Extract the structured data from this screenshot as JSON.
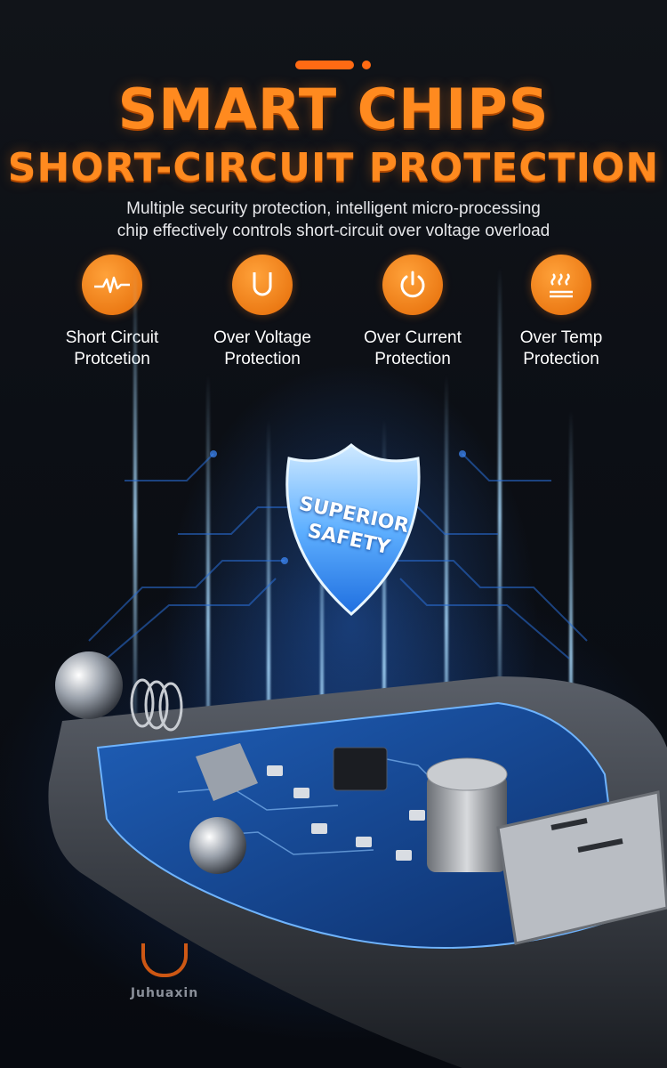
{
  "header": {
    "title": "SMART CHIPS",
    "subtitle_title": "SHORT-CIRCUIT PROTECTION",
    "description_line1": "Multiple security protection, intelligent micro-processing",
    "description_line2": "chip effectively controls short-circuit over voltage overload"
  },
  "features": [
    {
      "icon": "heartbeat-icon",
      "line1": "Short Circuit",
      "line2": "Protcetion"
    },
    {
      "icon": "magnet-icon",
      "line1": "Over Voltage",
      "line2": "Protection"
    },
    {
      "icon": "power-icon",
      "line1": "Over Current",
      "line2": "Protection"
    },
    {
      "icon": "heat-waves-icon",
      "line1": "Over Temp",
      "line2": "Protection"
    }
  ],
  "badge": {
    "line1": "SUPERIOR",
    "line2": "SAFETY"
  },
  "brand": {
    "name": "Juhuaxin"
  },
  "colors": {
    "accent": "#ff8a1f",
    "background": "#0b0e14",
    "glow": "#3a8cff"
  }
}
